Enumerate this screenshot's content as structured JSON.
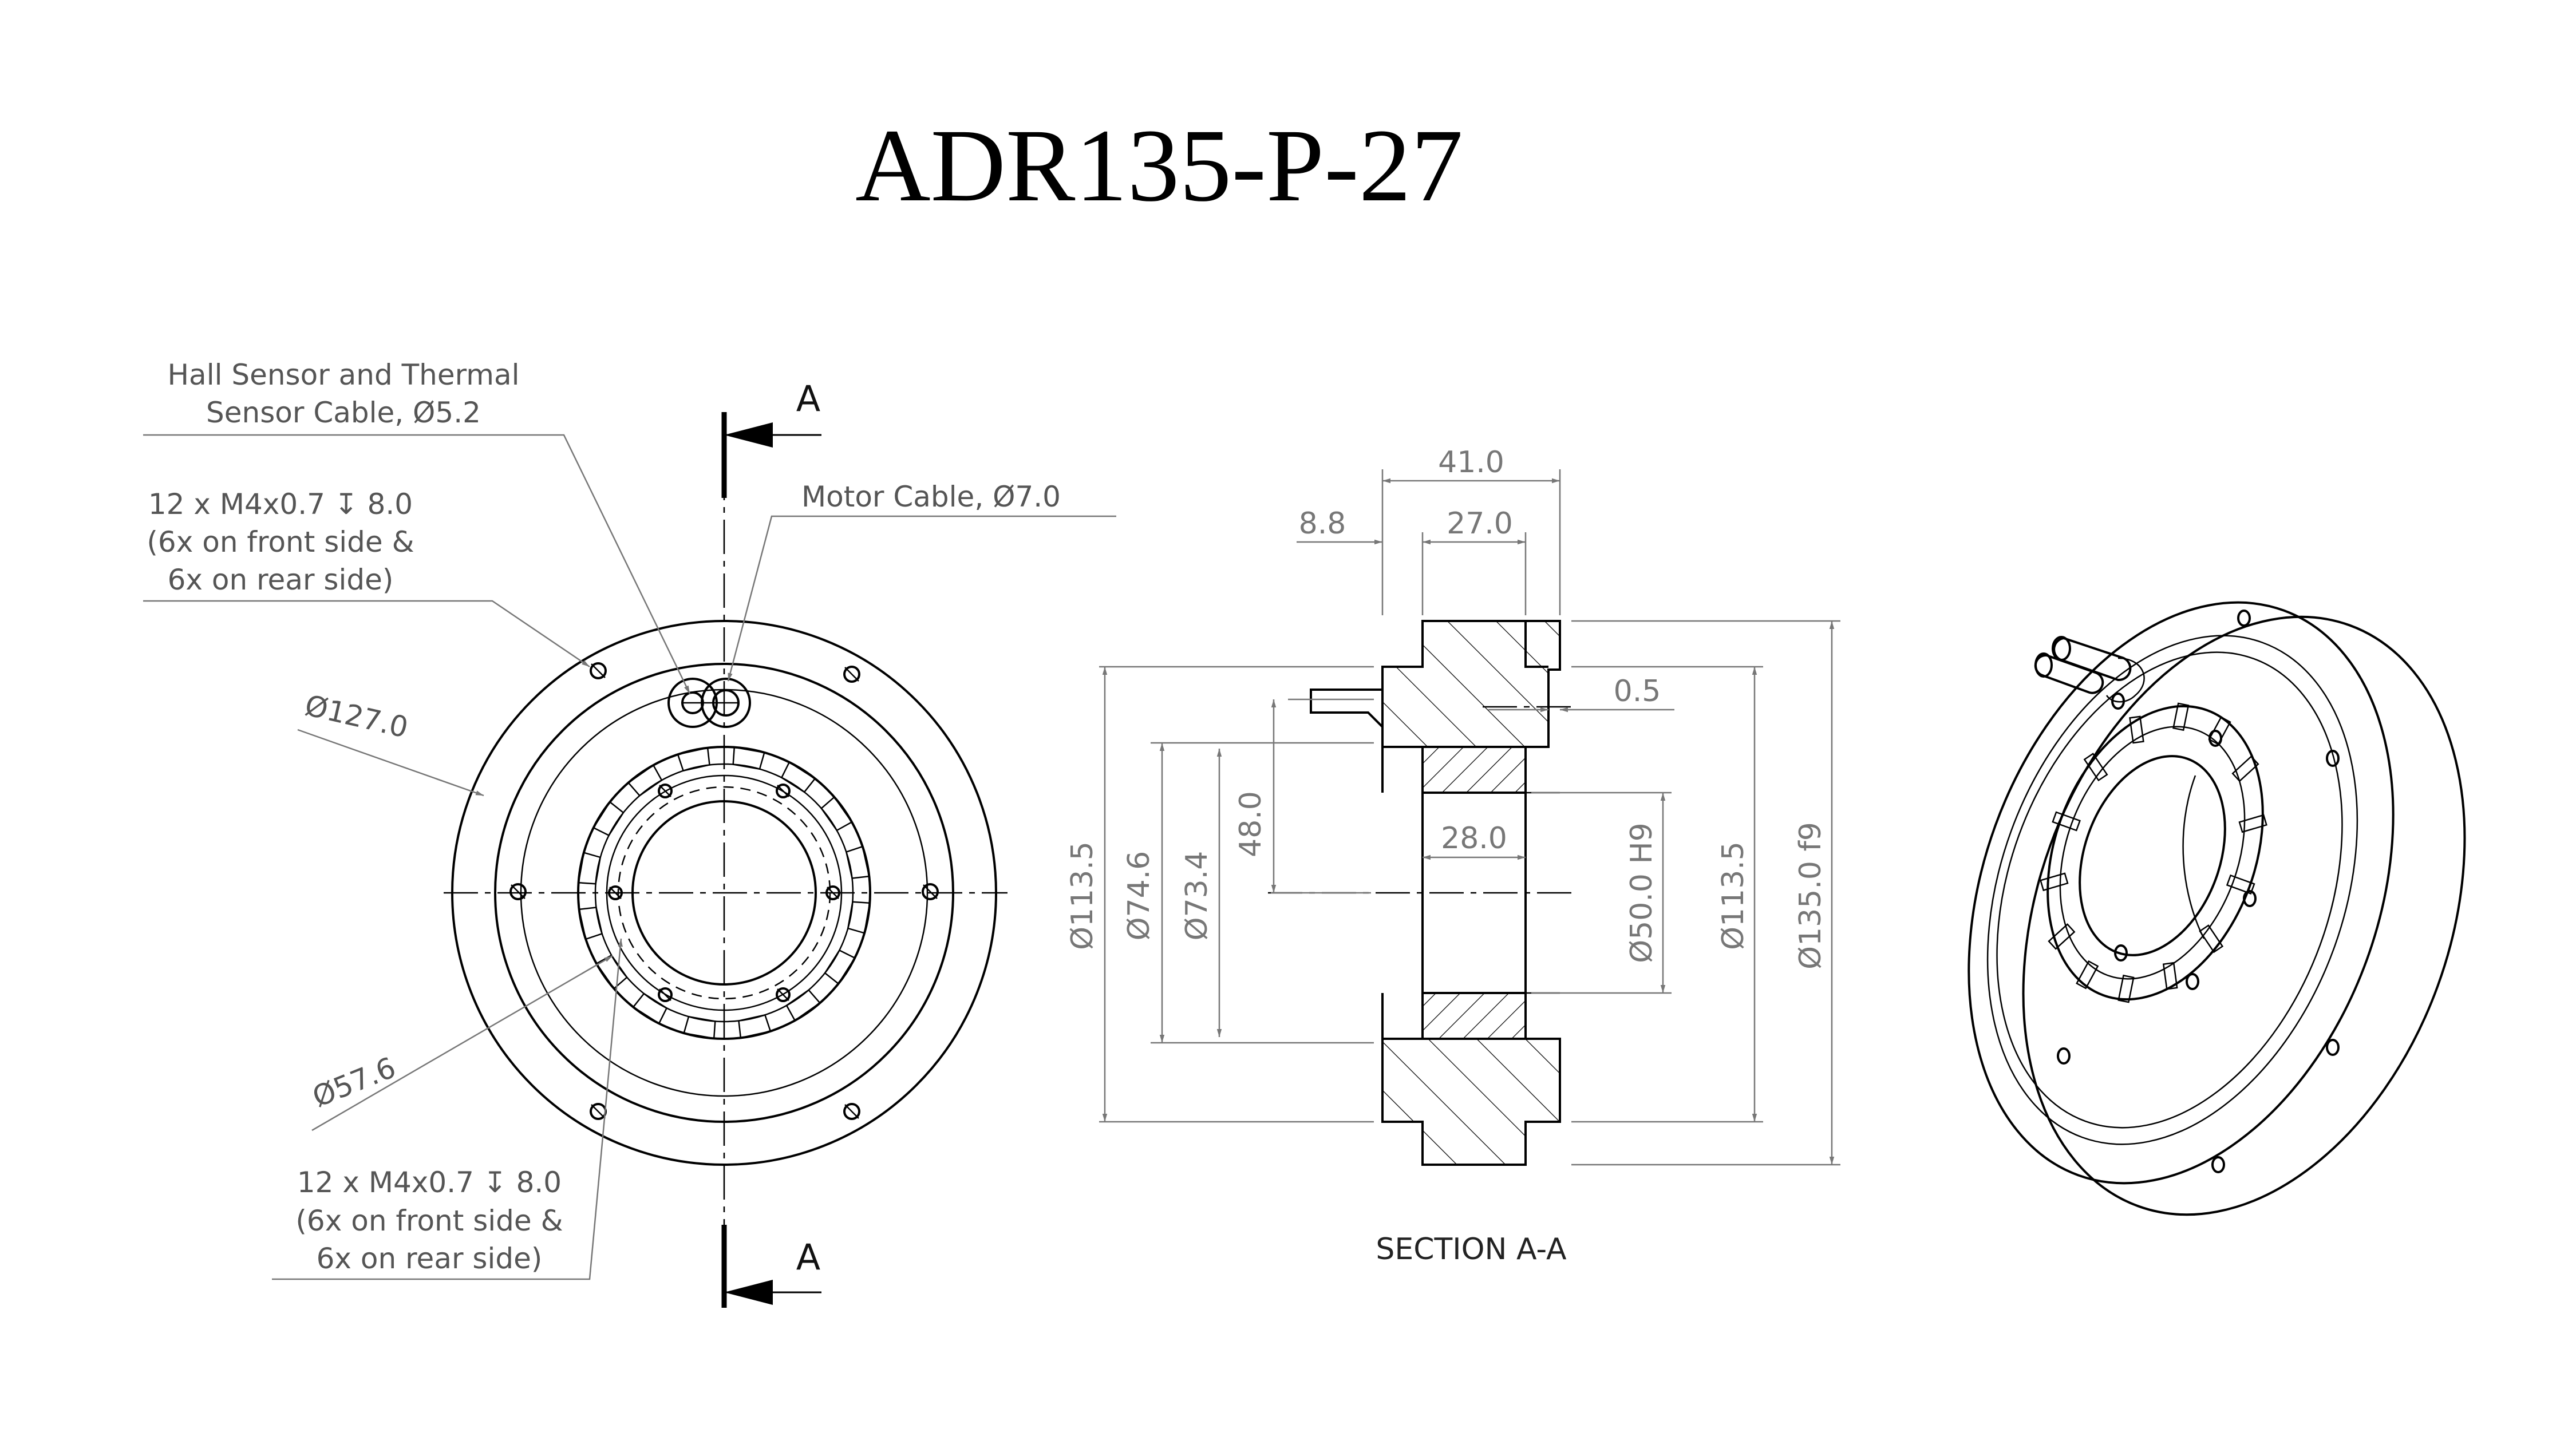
{
  "title": "ADR135-P-27",
  "front_view": {
    "section_marker_top": "A",
    "section_marker_bottom": "A",
    "hall_cable_line1": "Hall Sensor and Thermal",
    "hall_cable_line2": "Sensor Cable, Ø5.2",
    "motor_cable": "Motor Cable, Ø7.0",
    "holes_top_line1": "12 x M4x0.7 ↧ 8.0",
    "holes_top_line2": "(6x on front side &",
    "holes_top_line3": "6x on rear side)",
    "holes_bottom_line1": "12 x M4x0.7 ↧ 8.0",
    "holes_bottom_line2": "(6x on front side &",
    "holes_bottom_line3": "6x on rear side)",
    "dia_outer": "Ø127.0",
    "dia_inner": "Ø57.6"
  },
  "section_view": {
    "caption": "SECTION A-A",
    "width_total": "41.0",
    "width_left": "8.8",
    "width_body": "27.0",
    "step": "0.5",
    "height_48": "48.0",
    "inner_width": "28.0",
    "dia_113_left": "Ø113.5",
    "dia_74": "Ø74.6",
    "dia_73": "Ø73.4",
    "dia_50": "Ø50.0 H9",
    "dia_113_right": "Ø113.5",
    "dia_135": "Ø135.0 f9"
  },
  "colors": {
    "line": "#000000",
    "dimension": "#777777"
  }
}
